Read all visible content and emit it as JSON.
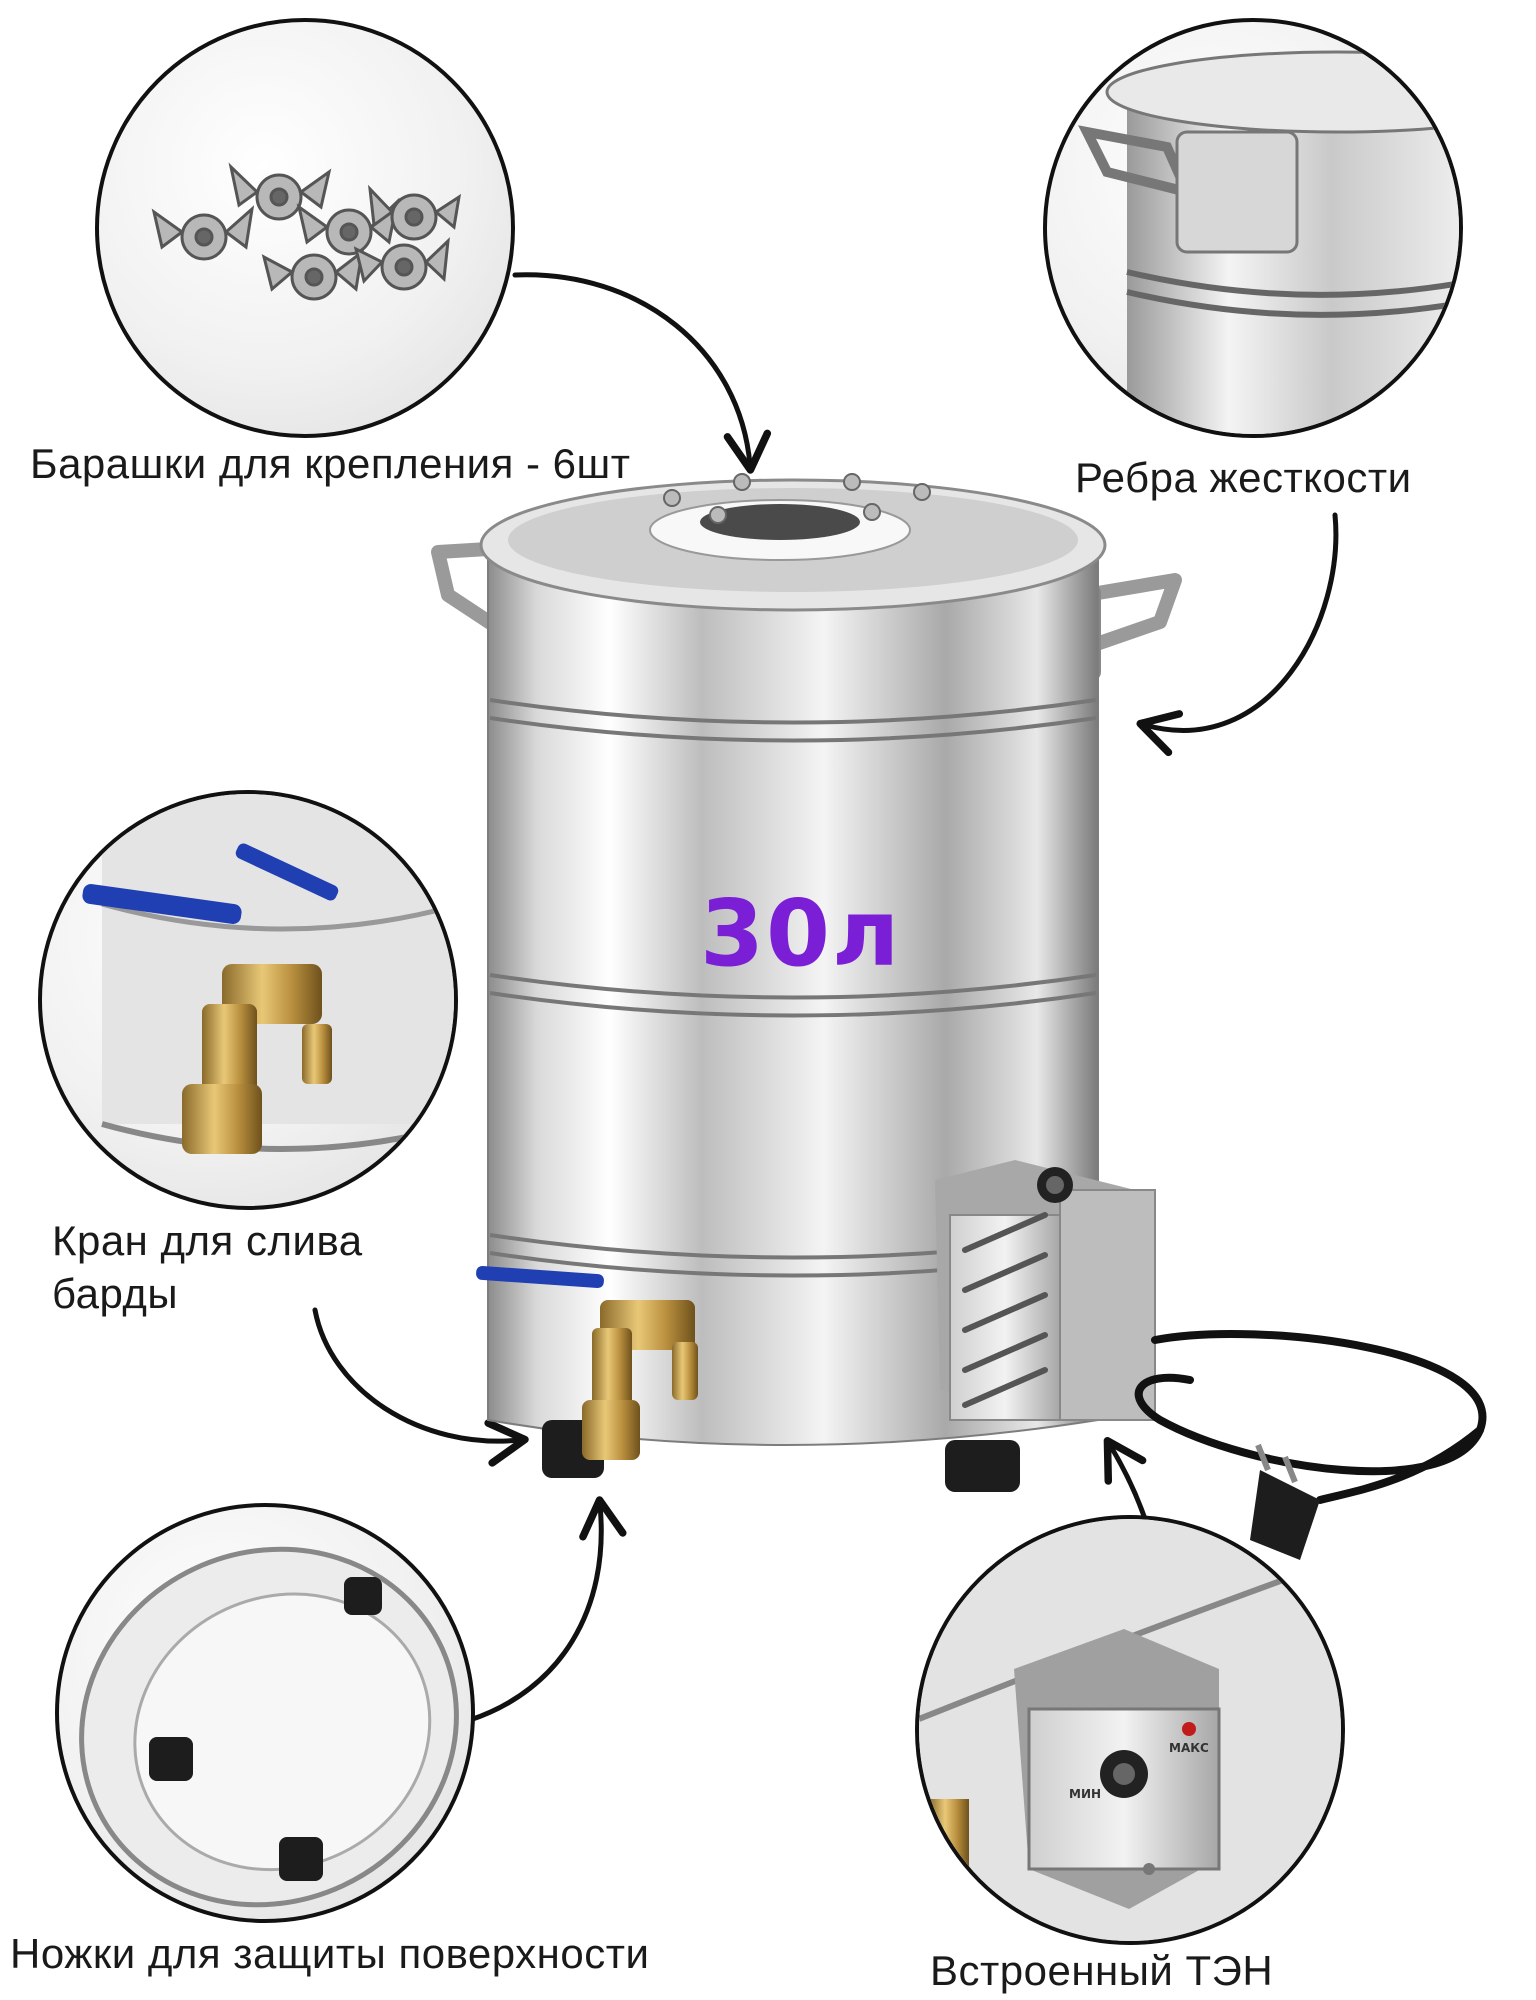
{
  "callouts": {
    "wing_nuts": "Барашки для крепления - 6шт",
    "ribs": "Ребра жесткости",
    "drain_tap": "Кран для слива\nбарды",
    "feet": "Ножки для защиты поверхности",
    "heater": "Встроенный ТЭН"
  },
  "product": {
    "volume_label": "30л",
    "volume_color": "#7b1fd6"
  },
  "heater_panel": {
    "min_label": "МИН",
    "max_label": "МАКС"
  },
  "icons": [
    "wing-nut-icon",
    "arrow-icon",
    "tank-icon",
    "tap-icon",
    "heater-box-icon",
    "power-plug-icon",
    "foot-icon"
  ]
}
